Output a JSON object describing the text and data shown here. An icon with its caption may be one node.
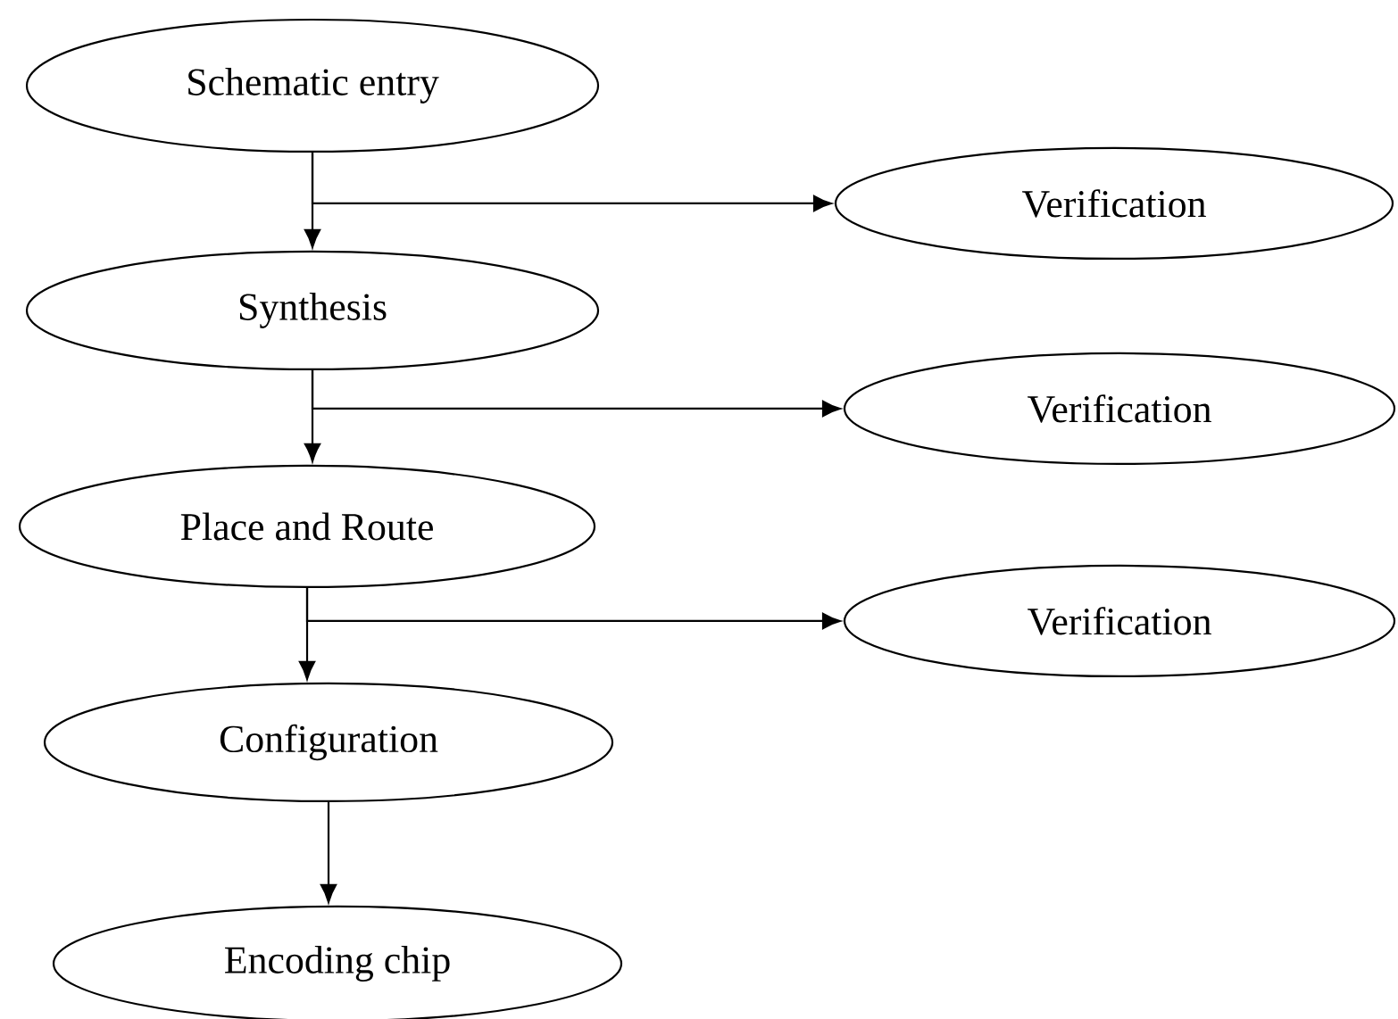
{
  "diagram": {
    "nodes": [
      {
        "text": [
          "Schematic entry"
        ]
      },
      {
        "text": [
          "Verification"
        ]
      },
      {
        "text": [
          "Synthesis"
        ]
      },
      {
        "text": [
          "Verification"
        ]
      },
      {
        "text": [
          "Place and Route"
        ]
      },
      {
        "text": [
          "Verification"
        ]
      },
      {
        "text": [
          "Configuration"
        ]
      },
      {
        "text": [
          "Encoding chip"
        ]
      }
    ],
    "edges": [
      {
        "from": 0,
        "to": 2,
        "arrow": "to"
      },
      {
        "from": 0,
        "to": 1,
        "arrow": "to"
      },
      {
        "from": 2,
        "to": 4,
        "arrow": "to"
      },
      {
        "from": 2,
        "to": 3,
        "arrow": "to"
      },
      {
        "from": 4,
        "to": 6,
        "arrow": "to"
      },
      {
        "from": 4,
        "to": 5,
        "arrow": "to"
      },
      {
        "from": 6,
        "to": 7,
        "arrow": "to"
      }
    ]
  }
}
